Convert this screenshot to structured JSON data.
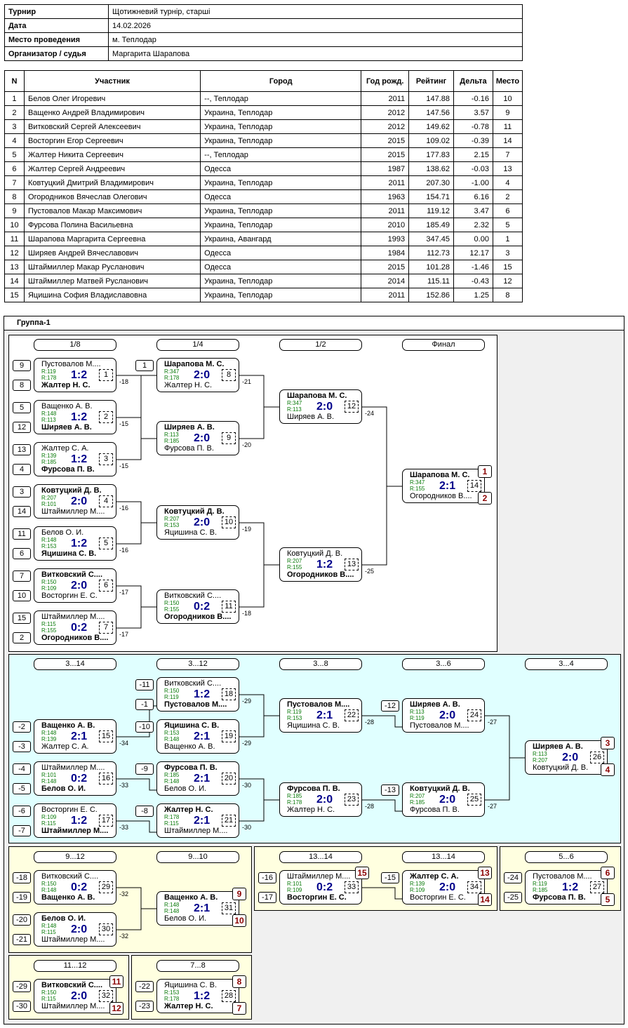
{
  "info": [
    [
      "Турнир",
      "Щотижневий турнір, старші"
    ],
    [
      "Дата",
      "14.02.2026"
    ],
    [
      "Место проведения",
      "м. Теплодар"
    ],
    [
      "Организатор / судья",
      "Маргарита Шарапова"
    ]
  ],
  "headers": [
    "N",
    "Участник",
    "Город",
    "Год рожд.",
    "Рейтинг",
    "Дельта",
    "Место"
  ],
  "rows": [
    [
      "1",
      "Белов Олег Игоревич",
      "--, Теплодар",
      "2011",
      "147.88",
      "-0.16",
      "10"
    ],
    [
      "2",
      "Ващенко Андрей Владимирович",
      "Украина, Теплодар",
      "2012",
      "147.56",
      "3.57",
      "9"
    ],
    [
      "3",
      "Витковский Сергей Алексеевич",
      "Украина, Теплодар",
      "2012",
      "149.62",
      "-0.78",
      "11"
    ],
    [
      "4",
      "Восторгин Егор Сергеевич",
      "Украина, Теплодар",
      "2015",
      "109.02",
      "-0.39",
      "14"
    ],
    [
      "5",
      "Жалтер Никита Сергеевич",
      "--, Теплодар",
      "2015",
      "177.83",
      "2.15",
      "7"
    ],
    [
      "6",
      "Жалтер Сергей Андреевич",
      "Одесса",
      "1987",
      "138.62",
      "-0.03",
      "13"
    ],
    [
      "7",
      "Ковтуцкий Дмитрий Владимирович",
      "Украина, Теплодар",
      "2011",
      "207.30",
      "-1.00",
      "4"
    ],
    [
      "8",
      "Огородников Вячеслав Олегович",
      "Одесса",
      "1963",
      "154.71",
      "6.16",
      "2"
    ],
    [
      "9",
      "Пустовалов Макар Максимович",
      "Украина, Теплодар",
      "2011",
      "119.12",
      "3.47",
      "6"
    ],
    [
      "10",
      "Фурсова Полина Васильевна",
      "Украина, Теплодар",
      "2010",
      "185.49",
      "2.32",
      "5"
    ],
    [
      "11",
      "Шарапова Маргарита Сергеевна",
      "Украина, Авангард",
      "1993",
      "347.45",
      "0.00",
      "1"
    ],
    [
      "12",
      "Ширяев Андрей Вячеславович",
      "Одесса",
      "1984",
      "112.73",
      "12.17",
      "3"
    ],
    [
      "13",
      "Штаймиллер Макар Русланович",
      "Одесса",
      "2015",
      "101.28",
      "-1.46",
      "15"
    ],
    [
      "14",
      "Штаймиллер Матвей Русланович",
      "Украина, Теплодар",
      "2014",
      "115.11",
      "-0.43",
      "12"
    ],
    [
      "15",
      "Яцишина София Владиславовна",
      "Украина, Теплодар",
      "2011",
      "152.86",
      "1.25",
      "8"
    ]
  ],
  "group_title": "Группа-1",
  "round_labels": [
    "1/8",
    "1/4",
    "1/2",
    "Финал",
    "3...14",
    "3...12",
    "3...8",
    "3...6",
    "3...4",
    "9...12",
    "9...10",
    "13...14",
    "13...14",
    "5...6",
    "11...12",
    "7...8"
  ],
  "matches": [
    {
      "p1": "Пустовалов М....",
      "r1": "R:119",
      "p2": "Жалтер Н. С.",
      "r2": "R:178",
      "score": "1:2",
      "num": "1",
      "w": 2,
      "s1": "9",
      "s2": "8",
      "lose": "-18"
    },
    {
      "p1": "Ващенко А. В.",
      "r1": "R:148",
      "p2": "Ширяев А. В.",
      "r2": "R:113",
      "score": "1:2",
      "num": "2",
      "w": 2,
      "s1": "5",
      "s2": "12",
      "lose": "-15"
    },
    {
      "p1": "Жалтер С. А.",
      "r1": "R:139",
      "p2": "Фурсова П. В.",
      "r2": "R:185",
      "score": "1:2",
      "num": "3",
      "w": 2,
      "s1": "13",
      "s2": "4",
      "lose": "-15"
    },
    {
      "p1": "Ковтуцкий Д. В.",
      "r1": "R:207",
      "p2": "Штаймиллер М....",
      "r2": "R:101",
      "score": "2:0",
      "num": "4",
      "w": 1,
      "s1": "3",
      "s2": "14",
      "lose": "-16"
    },
    {
      "p1": "Белов О. И.",
      "r1": "R:148",
      "p2": "Яцишина С. В.",
      "r2": "R:153",
      "score": "1:2",
      "num": "5",
      "w": 2,
      "s1": "11",
      "s2": "6",
      "lose": "-16"
    },
    {
      "p1": "Витковский С....",
      "r1": "R:150",
      "p2": "Восторгин Е. С.",
      "r2": "R:109",
      "score": "2:0",
      "num": "6",
      "w": 1,
      "s1": "7",
      "s2": "10",
      "lose": "-17"
    },
    {
      "p1": "Штаймиллер М....",
      "r1": "R:115",
      "p2": "Огородников В....",
      "r2": "R:155",
      "score": "0:2",
      "num": "7",
      "w": 2,
      "s1": "15",
      "s2": "2",
      "lose": "-17"
    },
    {
      "p1": "Шарапова М. С.",
      "r1": "R:347",
      "p2": "Жалтер Н. С.",
      "r2": "R:178",
      "score": "2:0",
      "num": "8",
      "w": 1,
      "s1": "1",
      "lose": "-21"
    },
    {
      "p1": "Ширяев А. В.",
      "r1": "R:113",
      "p2": "Фурсова П. В.",
      "r2": "R:185",
      "score": "2:0",
      "num": "9",
      "w": 1,
      "lose": "-20"
    },
    {
      "p1": "Ковтуцкий Д. В.",
      "r1": "R:207",
      "p2": "Яцишина С. В.",
      "r2": "R:153",
      "score": "2:0",
      "num": "10",
      "w": 1,
      "lose": "-19"
    },
    {
      "p1": "Витковский С....",
      "r1": "R:150",
      "p2": "Огородников В....",
      "r2": "R:155",
      "score": "0:2",
      "num": "11",
      "w": 2,
      "lose": "-18"
    },
    {
      "p1": "Шарапова М. С.",
      "r1": "R:347",
      "p2": "Ширяев А. В.",
      "r2": "R:113",
      "score": "2:0",
      "num": "12",
      "w": 1,
      "lose": "-24"
    },
    {
      "p1": "Ковтуцкий Д. В.",
      "r1": "R:207",
      "p2": "Огородников В....",
      "r2": "R:155",
      "score": "1:2",
      "num": "13",
      "w": 2,
      "lose": "-25"
    },
    {
      "p1": "Шарапова М. С.",
      "r1": "R:347",
      "p2": "Огородников В....",
      "r2": "R:155",
      "score": "2:1",
      "num": "14",
      "w": 1,
      "pl1": "1",
      "pl2": "2"
    },
    {
      "p1": "Витковский С....",
      "r1": "R:150",
      "p2": "Пустовалов М....",
      "r2": "R:119",
      "score": "1:2",
      "num": "18",
      "w": 2,
      "s1": "-11",
      "s2": "-1",
      "lose": "-29"
    },
    {
      "p1": "Яцишина С. В.",
      "r1": "R:153",
      "p2": "Ващенко А. В.",
      "r2": "R:148",
      "score": "2:1",
      "num": "19",
      "w": 1,
      "s1": "-10",
      "lose": "-29"
    },
    {
      "p1": "Фурсова П. В.",
      "r1": "R:185",
      "p2": "Белов О. И.",
      "r2": "R:148",
      "score": "2:1",
      "num": "20",
      "w": 1,
      "s1": "-9",
      "lose": "-30"
    },
    {
      "p1": "Жалтер Н. С.",
      "r1": "R:178",
      "p2": "Штаймиллер М....",
      "r2": "R:115",
      "score": "2:1",
      "num": "21",
      "w": 1,
      "s1": "-8",
      "lose": "-30"
    },
    {
      "p1": "Ващенко А. В.",
      "r1": "R:148",
      "p2": "Жалтер С. А.",
      "r2": "R:139",
      "score": "2:1",
      "num": "15",
      "w": 1,
      "s1": "-2",
      "s2": "-3",
      "lose": "-34"
    },
    {
      "p1": "Штаймиллер М....",
      "r1": "R:101",
      "p2": "Белов О. И.",
      "r2": "R:148",
      "score": "0:2",
      "num": "16",
      "w": 2,
      "s1": "-4",
      "s2": "-5",
      "lose": "-33"
    },
    {
      "p1": "Восторгин Е. С.",
      "r1": "R:109",
      "p2": "Штаймиллер М....",
      "r2": "R:115",
      "score": "1:2",
      "num": "17",
      "w": 2,
      "s1": "-6",
      "s2": "-7",
      "lose": "-33"
    },
    {
      "p1": "Пустовалов М....",
      "r1": "R:119",
      "p2": "Яцишина С. В.",
      "r2": "R:153",
      "score": "2:1",
      "num": "22",
      "w": 1,
      "lose": "-28"
    },
    {
      "p1": "Фурсова П. В.",
      "r1": "R:185",
      "p2": "Жалтер Н. С.",
      "r2": "R:178",
      "score": "2:0",
      "num": "23",
      "w": 1,
      "lose": "-28"
    },
    {
      "p1": "Ширяев А. В.",
      "r1": "R:113",
      "p2": "Пустовалов М....",
      "r2": "R:119",
      "score": "2:0",
      "num": "24",
      "w": 1,
      "s1": "-12",
      "lose": "-27"
    },
    {
      "p1": "Ковтуцкий Д. В.",
      "r1": "R:207",
      "p2": "Фурсова П. В.",
      "r2": "R:185",
      "score": "2:0",
      "num": "25",
      "w": 1,
      "s1": "-13",
      "lose": "-27"
    },
    {
      "p1": "Ширяев А. В.",
      "r1": "R:113",
      "p2": "Ковтуцкий Д. В.",
      "r2": "R:207",
      "score": "2:0",
      "num": "26",
      "w": 1,
      "pl1": "3",
      "pl2": "4"
    },
    {
      "p1": "Витковский С....",
      "r1": "R:150",
      "p2": "Ващенко А. В.",
      "r2": "R:148",
      "score": "0:2",
      "num": "29",
      "w": 2,
      "s1": "-18",
      "s2": "-19",
      "lose": "-32"
    },
    {
      "p1": "Белов О. И.",
      "r1": "R:148",
      "p2": "Штаймиллер М....",
      "r2": "R:115",
      "score": "2:0",
      "num": "30",
      "w": 1,
      "s1": "-20",
      "s2": "-21",
      "lose": "-32"
    },
    {
      "p1": "Ващенко А. В.",
      "r1": "R:148",
      "p2": "Белов О. И.",
      "r2": "R:148",
      "score": "2:1",
      "num": "31",
      "w": 1,
      "pl1": "9",
      "pl2": "10"
    },
    {
      "p1": "Штаймиллер М....",
      "r1": "R:101",
      "p2": "Восторгин Е. С.",
      "r2": "R:109",
      "score": "0:2",
      "num": "33",
      "w": 2,
      "s1": "-16",
      "s2": "-17",
      "pl1": "15"
    },
    {
      "p1": "Жалтер С. А.",
      "r1": "R:139",
      "p2": "Восторгин Е. С.",
      "r2": "R:109",
      "score": "2:0",
      "num": "34",
      "w": 1,
      "s1": "-15",
      "pl1": "13",
      "pl2": "14"
    },
    {
      "p1": "Пустовалов М....",
      "r1": "R:119",
      "p2": "Фурсова П. В.",
      "r2": "R:185",
      "score": "1:2",
      "num": "27",
      "w": 2,
      "s1": "-24",
      "s2": "-25",
      "pl1": "6",
      "pl2": "5"
    },
    {
      "p1": "Витковский С....",
      "r1": "R:150",
      "p2": "Штаймиллер М....",
      "r2": "R:115",
      "score": "2:0",
      "num": "32",
      "w": 1,
      "s1": "-29",
      "s2": "-30",
      "pl1": "11",
      "pl2": "12"
    },
    {
      "p1": "Яцишина С. В.",
      "r1": "R:153",
      "p2": "Жалтер Н. С.",
      "r2": "R:178",
      "score": "1:2",
      "num": "28",
      "w": 2,
      "s1": "-22",
      "s2": "-23",
      "pl1": "8",
      "pl2": "7"
    }
  ]
}
